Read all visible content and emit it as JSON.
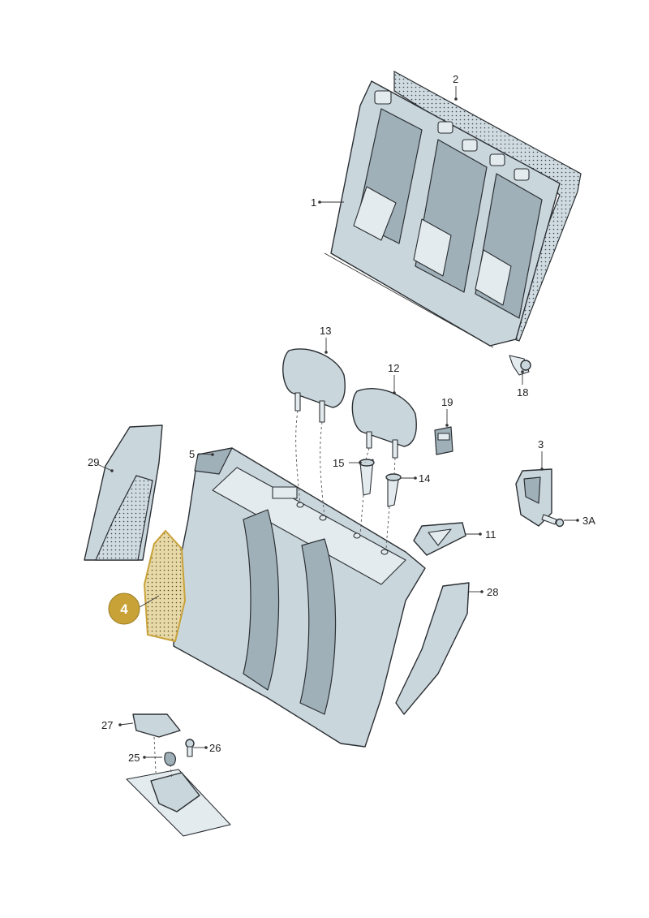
{
  "labels": {
    "p1": "1",
    "p2": "2",
    "p3": "3",
    "p3a": "3A",
    "p4": "4",
    "p5": "5",
    "p11": "11",
    "p12": "12",
    "p13": "13",
    "p14": "14",
    "p15": "15",
    "p18": "18",
    "p19": "19",
    "p25": "25",
    "p26": "26",
    "p27": "27",
    "p28": "28",
    "p29": "29"
  },
  "colors": {
    "part_fill": "#c9d6dc",
    "highlight": "#c9a237",
    "outline": "#2b2f33"
  }
}
